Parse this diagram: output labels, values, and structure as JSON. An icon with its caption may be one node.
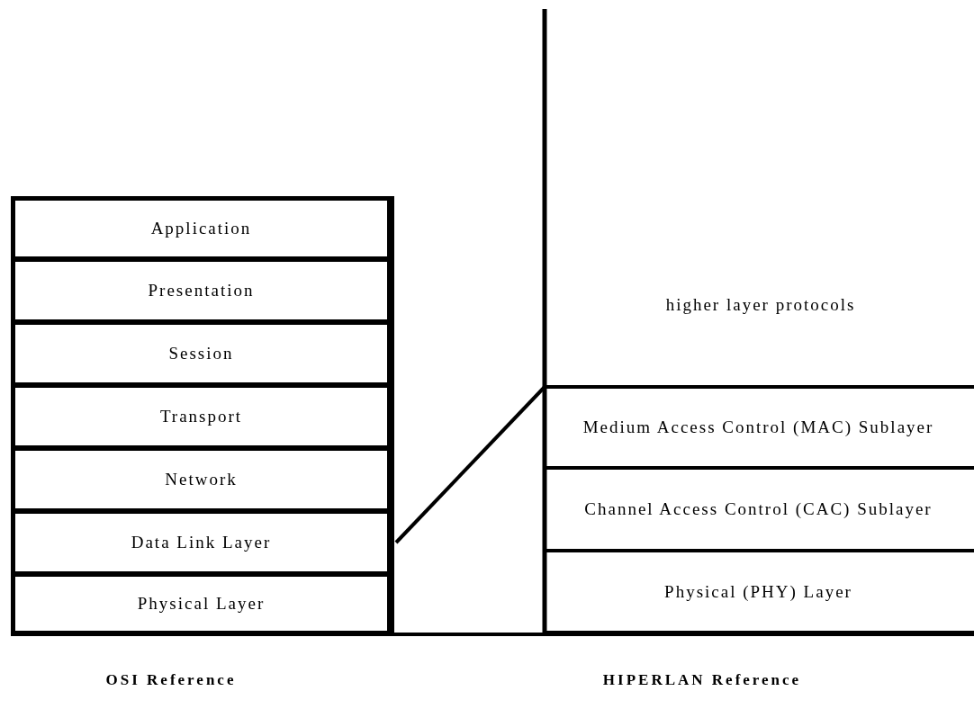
{
  "diagram": {
    "nodes": [
      {
        "text": [
          "Application"
        ]
      },
      {
        "text": [
          "Presentation"
        ]
      },
      {
        "text": [
          "Session"
        ]
      },
      {
        "text": [
          "Transport"
        ]
      },
      {
        "text": [
          "Network"
        ]
      },
      {
        "text": [
          "Data Link Layer"
        ]
      },
      {
        "text": [
          "Physical Layer"
        ]
      },
      {
        "text": [
          "Medium Access Control (MAC) Sublayer"
        ]
      },
      {
        "text": [
          "Channel Access Control (CAC) Sublayer"
        ]
      },
      {
        "text": [
          "Physical (PHY) Layer"
        ]
      }
    ],
    "edges": [
      {
        "from": 5,
        "to": 7,
        "arrow": "none"
      }
    ],
    "labels": [
      "higher layer protocols",
      "OSI Reference",
      "HIPERLAN Reference"
    ]
  }
}
